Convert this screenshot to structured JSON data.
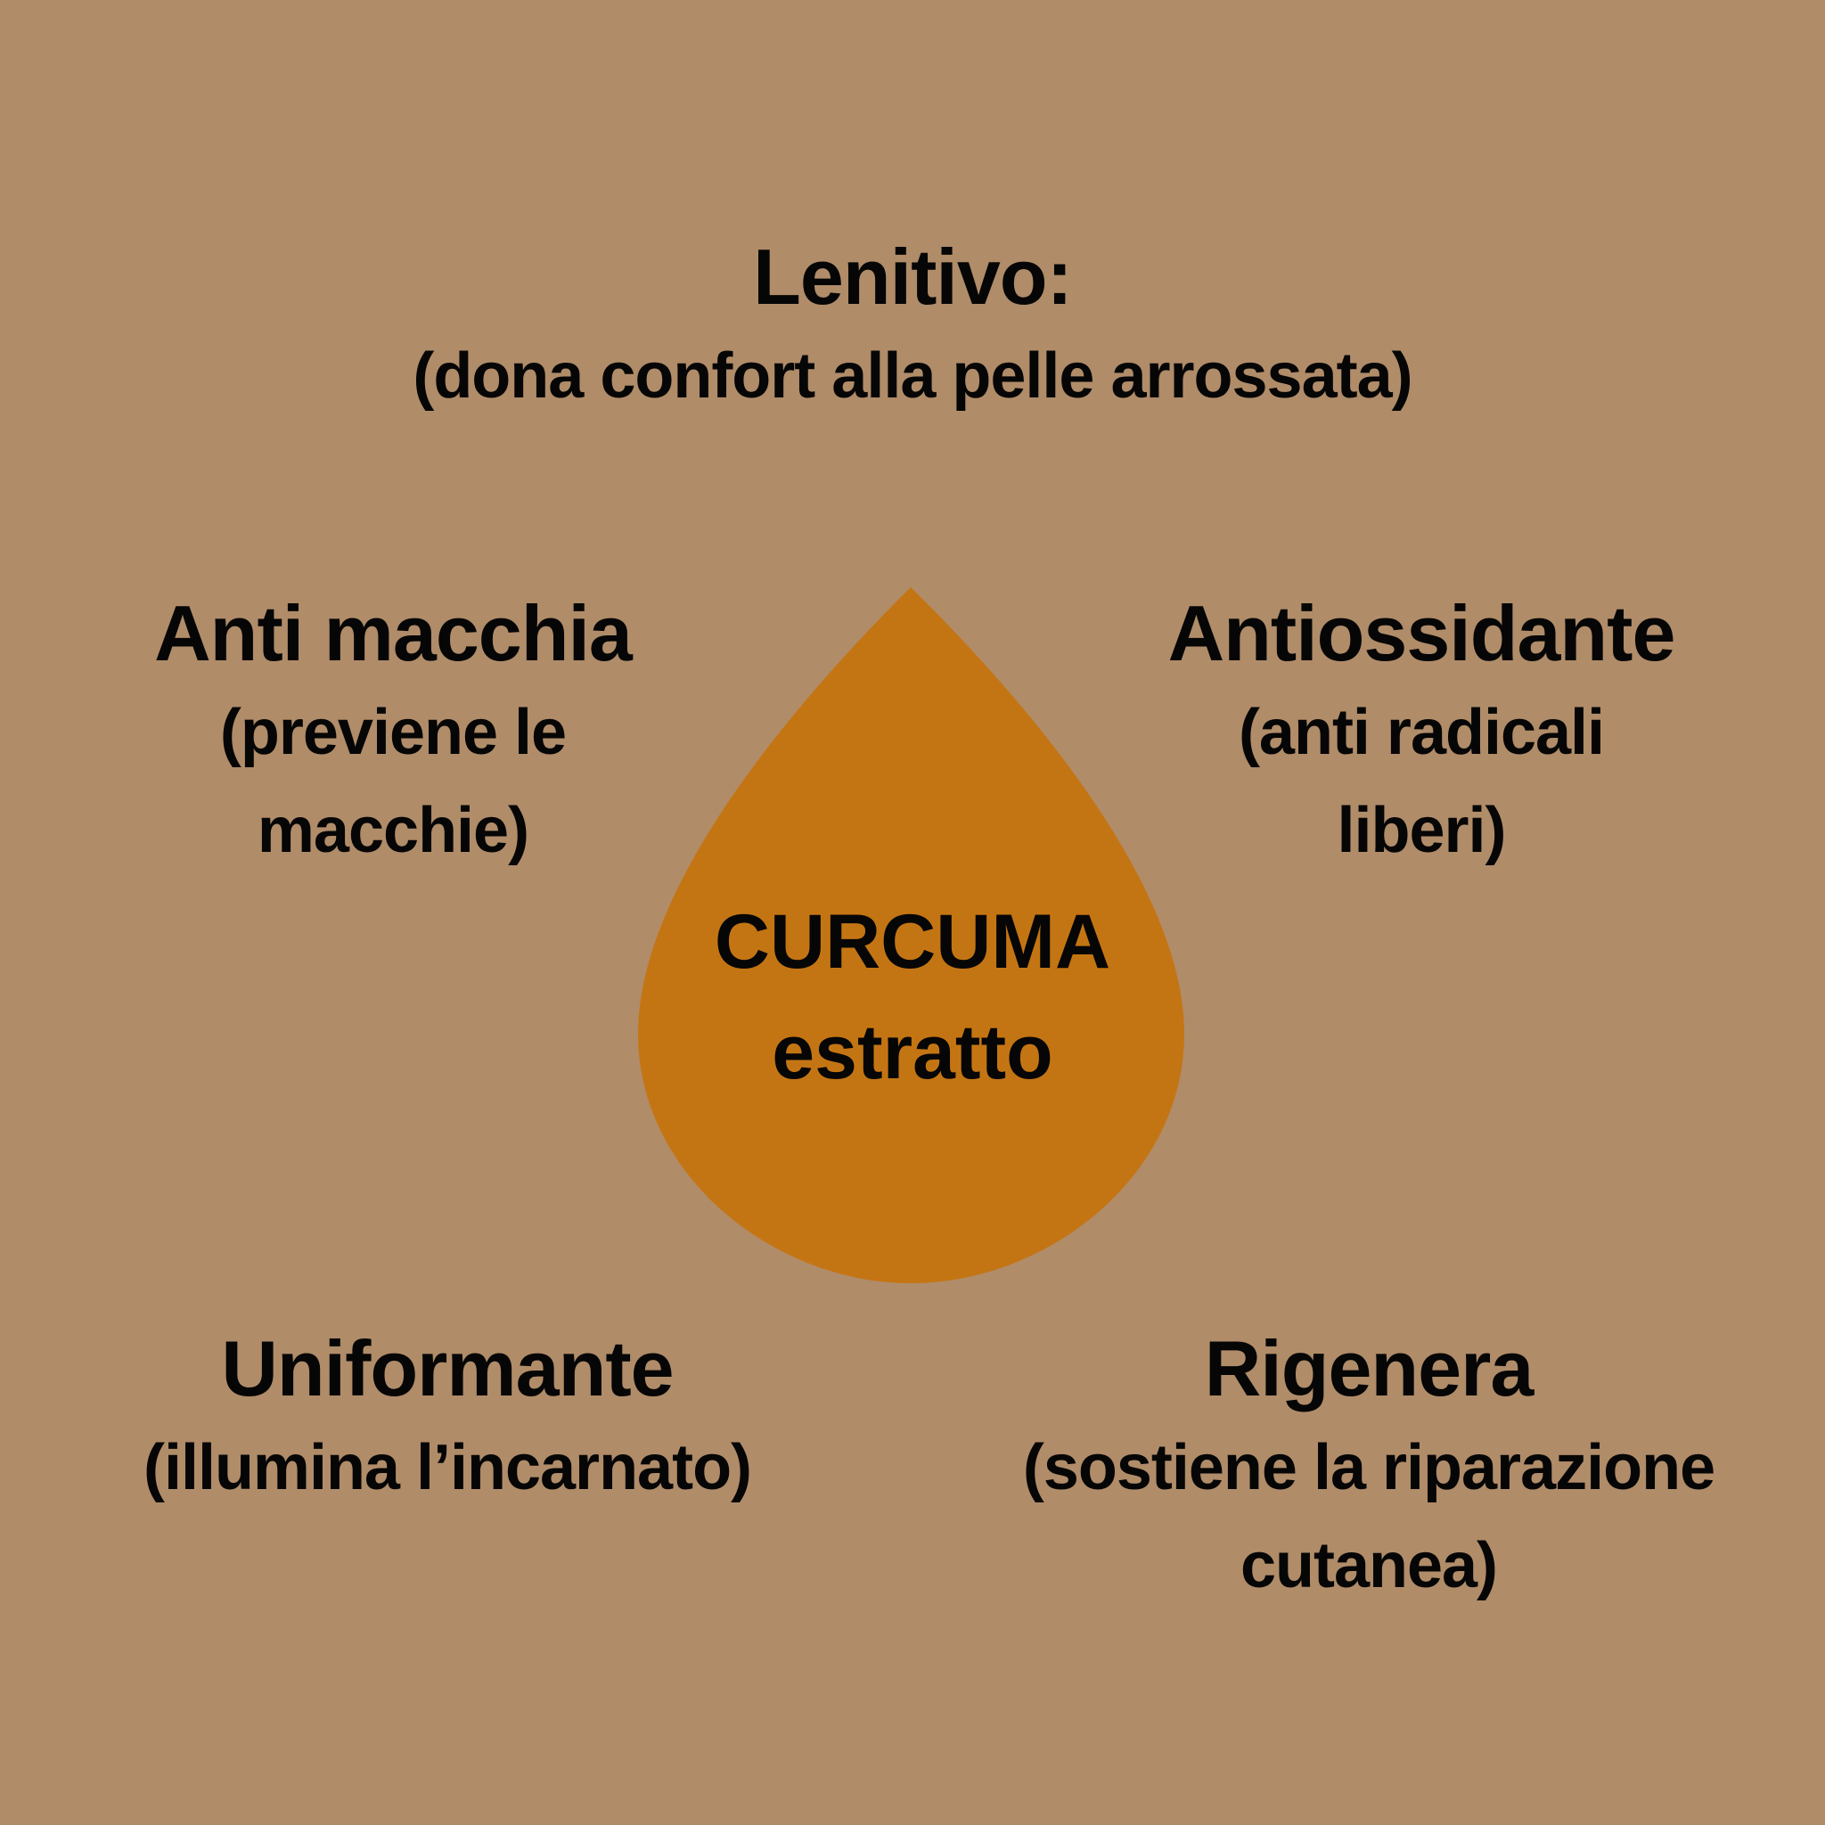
{
  "colors": {
    "background": "#b08c69",
    "drop": "#c47513",
    "text": "#060606"
  },
  "center": {
    "line1": "CURCUMA",
    "line2": "estratto",
    "shape": "drop-icon"
  },
  "benefits": [
    {
      "position": "top",
      "title": "Lenitivo:",
      "desc": [
        "(dona confort alla pelle arrossata)"
      ]
    },
    {
      "position": "middle-left",
      "title": "Anti macchia",
      "desc": [
        "(previene le",
        "macchie)"
      ]
    },
    {
      "position": "middle-right",
      "title": "Antiossidante",
      "desc": [
        "(anti radicali",
        "liberi)"
      ]
    },
    {
      "position": "bottom-left",
      "title": "Uniformante",
      "desc": [
        "(illumina l’incarnato)"
      ]
    },
    {
      "position": "bottom-right",
      "title": "Rigenera",
      "desc": [
        "(sostiene la riparazione",
        "cutanea)"
      ]
    }
  ]
}
